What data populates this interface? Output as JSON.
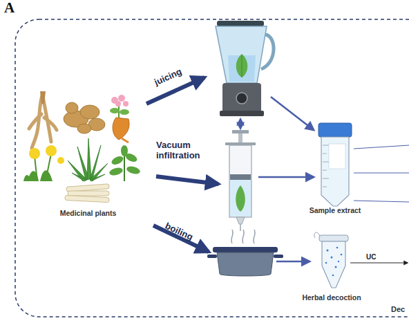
{
  "diagram": {
    "nodes": [
      {
        "text": [
          "Medicinal plants"
        ]
      },
      {
        "text": [
          "Sample extract"
        ]
      },
      {
        "text": [
          "Herbal decoction"
        ]
      }
    ],
    "labels": [
      "A",
      "juicing",
      "Vacuum infiltration",
      "boiling",
      "UC",
      "Dec"
    ]
  }
}
